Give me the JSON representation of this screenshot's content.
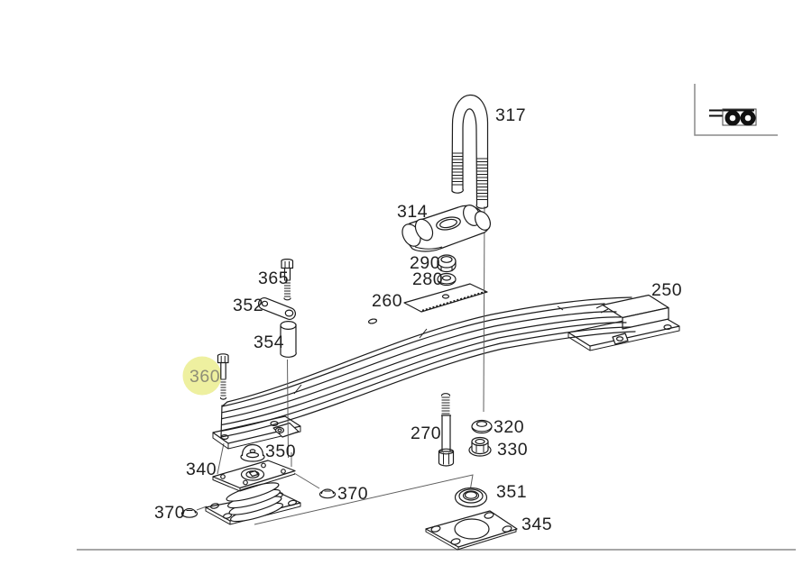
{
  "diagram_kind": "exploded-parts-diagram",
  "colors": {
    "background": "#ffffff",
    "line": "#1c1c1c",
    "guide_line": "#5f5f5f",
    "frame_line": "#8a8a8a",
    "highlight_circle": "#eef0a0",
    "highlight_text": "#8e8e76",
    "label_text": "#1f1f1f"
  },
  "corner_icon": {
    "name": "tandem-axle-icon"
  },
  "highlight": {
    "part": "360"
  },
  "parts": {
    "p317": "317",
    "p314": "314",
    "p290": "290",
    "p280": "280",
    "p260": "260",
    "p250": "250",
    "p365": "365",
    "p352": "352",
    "p354": "354",
    "p360": "360",
    "p270": "270",
    "p320": "320",
    "p330": "330",
    "p350": "350",
    "p340": "340",
    "p370_left": "370",
    "p370_right": "370",
    "p351": "351",
    "p345": "345"
  }
}
